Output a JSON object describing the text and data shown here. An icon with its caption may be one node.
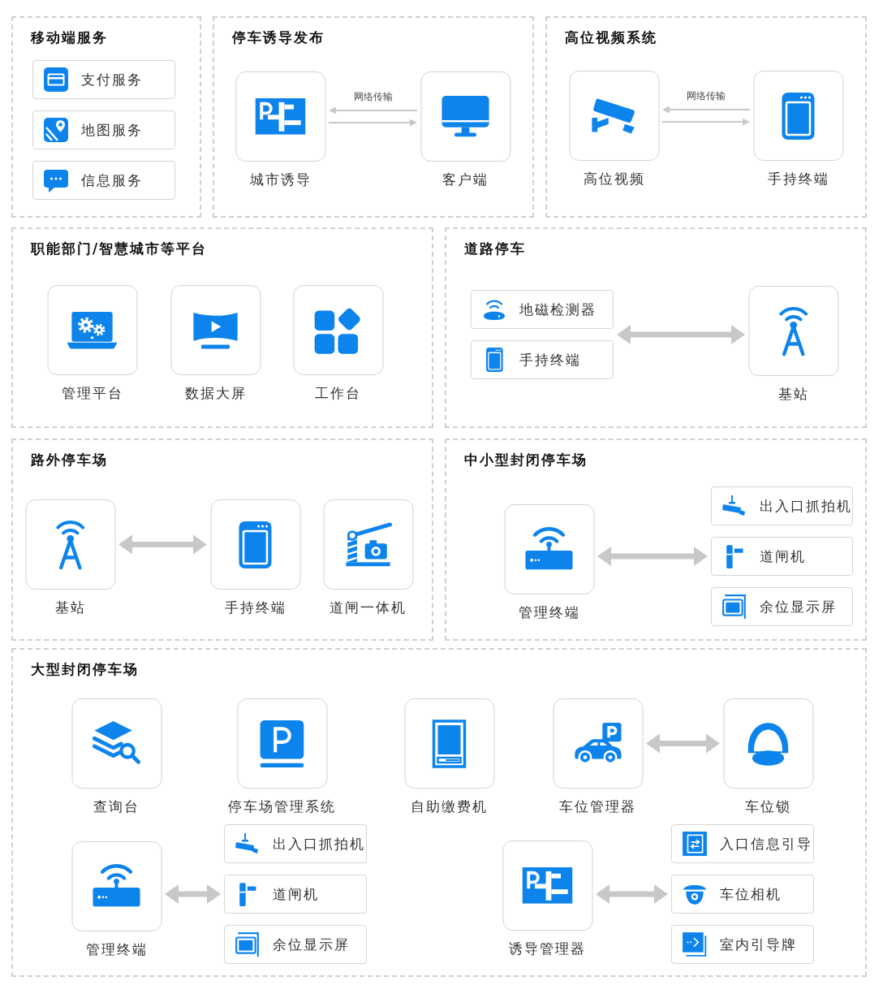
{
  "diagram": {
    "nodes": [
      {
        "text": [
          "移动端服务"
        ]
      },
      {
        "text": [
          "支付服务"
        ],
        "in": 0
      },
      {
        "text": [
          "地图服务"
        ],
        "in": 0
      },
      {
        "text": [
          "信息服务"
        ],
        "in": 0
      },
      {
        "text": [
          "停车诱导发布"
        ]
      },
      {
        "text": [
          "城市诱导"
        ],
        "in": 4
      },
      {
        "text": [
          "客户端"
        ],
        "in": 4
      },
      {
        "text": [
          "高位视频系统"
        ]
      },
      {
        "text": [
          "高位视频"
        ],
        "in": 7
      },
      {
        "text": [
          "手持终端"
        ],
        "in": 7
      },
      {
        "text": [
          "职能部门/智慧城市等平台"
        ]
      },
      {
        "text": [
          "管理平台"
        ],
        "in": 10
      },
      {
        "text": [
          "数据大屏"
        ],
        "in": 10
      },
      {
        "text": [
          "工作台"
        ],
        "in": 10
      },
      {
        "text": [
          "道路停车"
        ]
      },
      {
        "text": [
          "地磁检测器"
        ],
        "in": 14
      },
      {
        "text": [
          "手持终端"
        ],
        "in": 14
      },
      {
        "text": [
          "基站"
        ],
        "in": 14
      },
      {
        "text": [
          "路外停车场"
        ]
      },
      {
        "text": [
          "基站"
        ],
        "in": 18
      },
      {
        "text": [
          "手持终端"
        ],
        "in": 18
      },
      {
        "text": [
          "道闸一体机"
        ],
        "in": 18
      },
      {
        "text": [
          "中小型封闭停车场"
        ]
      },
      {
        "text": [
          "管理终端"
        ],
        "in": 22
      },
      {
        "text": [
          "出入口抓拍机"
        ],
        "in": 22
      },
      {
        "text": [
          "道闸机"
        ],
        "in": 22
      },
      {
        "text": [
          "余位显示屏"
        ],
        "in": 22
      },
      {
        "text": [
          "大型封闭停车场"
        ]
      },
      {
        "text": [
          "查询台"
        ],
        "in": 27
      },
      {
        "text": [
          "停车场管理系统"
        ],
        "in": 27
      },
      {
        "text": [
          "自助缴费机"
        ],
        "in": 27
      },
      {
        "text": [
          "车位管理器"
        ],
        "in": 27
      },
      {
        "text": [
          "车位锁"
        ],
        "in": 27
      },
      {
        "text": [
          "管理终端"
        ],
        "in": 27
      },
      {
        "text": [
          "出入口抓拍机"
        ],
        "in": 27
      },
      {
        "text": [
          "道闸机"
        ],
        "in": 27
      },
      {
        "text": [
          "余位显示屏"
        ],
        "in": 27
      },
      {
        "text": [
          "诱导管理器"
        ],
        "in": 27
      },
      {
        "text": [
          "入口信息引导"
        ],
        "in": 27
      },
      {
        "text": [
          "车位相机"
        ],
        "in": 27
      },
      {
        "text": [
          "室内引导牌"
        ],
        "in": 27
      }
    ],
    "edges": [
      {
        "from": 6,
        "to": 5,
        "arrow": "to",
        "label": "网络传输"
      },
      {
        "from": 5,
        "to": 6,
        "arrow": "to"
      },
      {
        "from": 9,
        "to": 8,
        "arrow": "to",
        "label": "网络传输"
      },
      {
        "from": 8,
        "to": 9,
        "arrow": "to"
      },
      {
        "from": 15,
        "to": 17,
        "arrow": "both"
      },
      {
        "from": 16,
        "to": 17,
        "arrow": "both"
      },
      {
        "from": 19,
        "to": 20,
        "arrow": "both"
      },
      {
        "from": 23,
        "to": 24,
        "arrow": "both"
      },
      {
        "from": 23,
        "to": 25,
        "arrow": "both"
      },
      {
        "from": 23,
        "to": 26,
        "arrow": "both"
      },
      {
        "from": 31,
        "to": 32,
        "arrow": "both"
      },
      {
        "from": 33,
        "to": 34,
        "arrow": "both"
      },
      {
        "from": 33,
        "to": 35,
        "arrow": "both"
      },
      {
        "from": 33,
        "to": 36,
        "arrow": "both"
      },
      {
        "from": 37,
        "to": 38,
        "arrow": "both"
      },
      {
        "from": 37,
        "to": 39,
        "arrow": "both"
      },
      {
        "from": 37,
        "to": 40,
        "arrow": "both"
      }
    ]
  }
}
